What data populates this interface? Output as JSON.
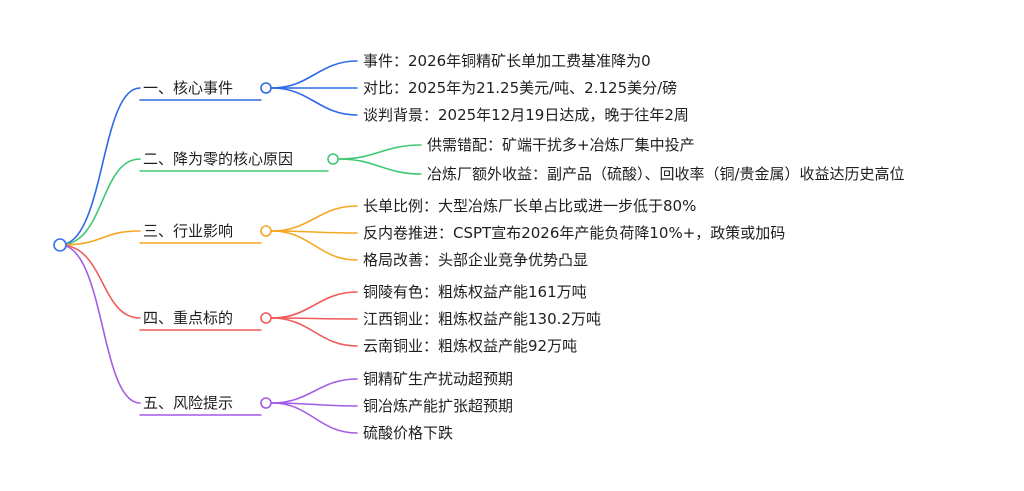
{
  "colors": {
    "root": "#3b6ef6",
    "b1": "#2f6ae6",
    "b2": "#3fc874",
    "b3": "#f5a623",
    "b4": "#ef5b5b",
    "b5": "#a35ce6",
    "text": "#1f1f1f"
  },
  "branches": [
    {
      "label": "一、核心事件",
      "color": "#2f6ae6",
      "children": [
        "事件：2026年铜精矿长单加工费基准降为0",
        "对比：2025年为21.25美元/吨、2.125美分/磅",
        "谈判背景：2025年12月19日达成，晚于往年2周"
      ]
    },
    {
      "label": "二、降为零的核心原因",
      "color": "#3fc874",
      "children": [
        "供需错配：矿端干扰多+冶炼厂集中投产",
        "冶炼厂额外收益：副产品（硫酸）、回收率（铜/贵金属）收益达历史高位"
      ]
    },
    {
      "label": "三、行业影响",
      "color": "#f5a623",
      "children": [
        "长单比例：大型冶炼厂长单占比或进一步低于80%",
        "反内卷推进：CSPT宣布2026年产能负荷降10%+，政策或加码",
        "格局改善：头部企业竞争优势凸显"
      ]
    },
    {
      "label": "四、重点标的",
      "color": "#ef5b5b",
      "children": [
        "铜陵有色：粗炼权益产能161万吨",
        "江西铜业：粗炼权益产能130.2万吨",
        "云南铜业：粗炼权益产能92万吨"
      ]
    },
    {
      "label": "五、风险提示",
      "color": "#a35ce6",
      "children": [
        "铜精矿生产扰动超预期",
        "铜冶炼产能扩张超预期",
        "硫酸价格下跌"
      ]
    }
  ]
}
